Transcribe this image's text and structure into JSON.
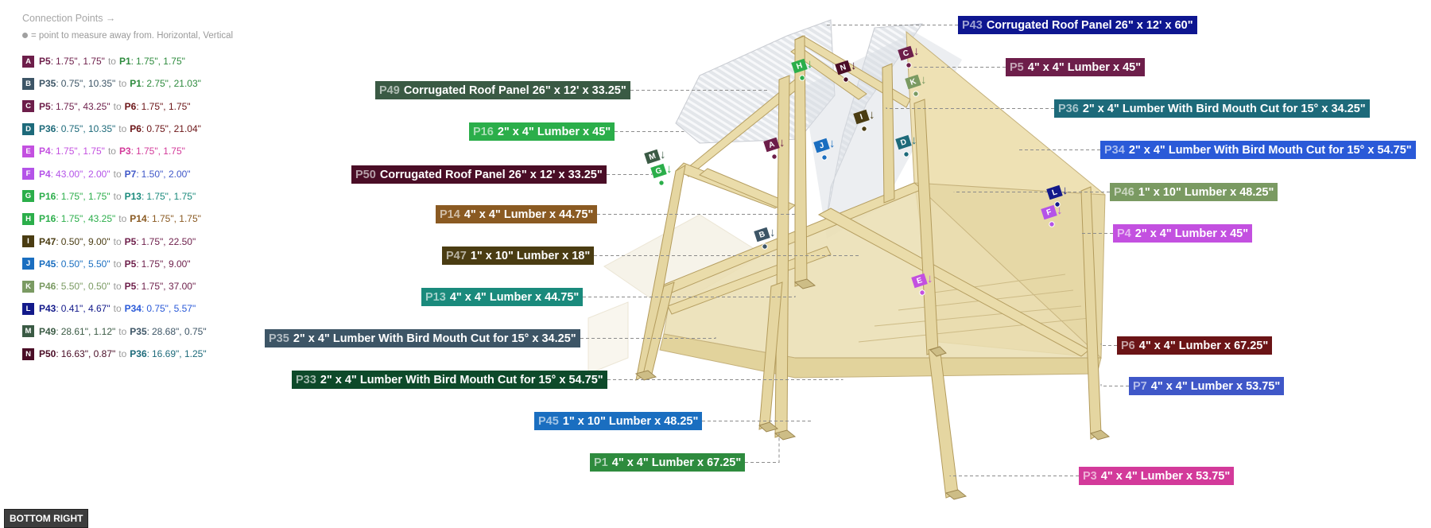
{
  "legend": {
    "title": "Connection Points →",
    "subtitle": "= point to measure away from. Horizontal, Vertical",
    "to_word": "to",
    "items": [
      {
        "key": "A",
        "color": "#6d1e4a",
        "from_part": "P5",
        "from_color": "#6d1e4a",
        "from_vals": "1.75\", 1.75\"",
        "to_part": "P1",
        "to_color": "#2e8b3e",
        "to_vals": "1.75\", 1.75\""
      },
      {
        "key": "B",
        "color": "#3d5566",
        "from_part": "P35",
        "from_color": "#3d5566",
        "from_vals": "0.75\", 10.35\"",
        "to_part": "P1",
        "to_color": "#2e8b3e",
        "to_vals": "2.75\", 21.03\""
      },
      {
        "key": "C",
        "color": "#6d1e4a",
        "from_part": "P5",
        "from_color": "#6d1e4a",
        "from_vals": "1.75\", 43.25\"",
        "to_part": "P6",
        "to_color": "#6b1416",
        "to_vals": "1.75\", 1.75\""
      },
      {
        "key": "D",
        "color": "#1d6a7a",
        "from_part": "P36",
        "from_color": "#1d6a7a",
        "from_vals": "0.75\", 10.35\"",
        "to_part": "P6",
        "to_color": "#6b1416",
        "to_vals": "0.75\", 21.04\""
      },
      {
        "key": "E",
        "color": "#c350e0",
        "from_part": "P4",
        "from_color": "#c350e0",
        "from_vals": "1.75\", 1.75\"",
        "to_part": "P3",
        "to_color": "#d33a9a",
        "to_vals": "1.75\", 1.75\""
      },
      {
        "key": "F",
        "color": "#b453e8",
        "from_part": "P4",
        "from_color": "#b453e8",
        "from_vals": "43.00\", 2.00\"",
        "to_part": "P7",
        "to_color": "#3f57c8",
        "to_vals": "1.50\", 2.00\""
      },
      {
        "key": "G",
        "color": "#2bae4a",
        "from_part": "P16",
        "from_color": "#2bae4a",
        "from_vals": "1.75\", 1.75\"",
        "to_part": "P13",
        "to_color": "#1a8a7c",
        "to_vals": "1.75\", 1.75\""
      },
      {
        "key": "H",
        "color": "#2bae4a",
        "from_part": "P16",
        "from_color": "#2bae4a",
        "from_vals": "1.75\", 43.25\"",
        "to_part": "P14",
        "to_color": "#8a5a22",
        "to_vals": "1.75\", 1.75\""
      },
      {
        "key": "I",
        "color": "#4a3c12",
        "from_part": "P47",
        "from_color": "#4a3c12",
        "from_vals": "0.50\", 9.00\"",
        "to_part": "P5",
        "to_color": "#6d1e4a",
        "to_vals": "1.75\", 22.50\""
      },
      {
        "key": "J",
        "color": "#1a6ec0",
        "from_part": "P45",
        "from_color": "#1a6ec0",
        "from_vals": "0.50\", 5.50\"",
        "to_part": "P5",
        "to_color": "#6d1e4a",
        "to_vals": "1.75\", 9.00\""
      },
      {
        "key": "K",
        "color": "#7a9a62",
        "from_part": "P46",
        "from_color": "#7a9a62",
        "from_vals": "5.50\", 0.50\"",
        "to_part": "P5",
        "to_color": "#6d1e4a",
        "to_vals": "1.75\", 37.00\""
      },
      {
        "key": "L",
        "color": "#12198a",
        "from_part": "P43",
        "from_color": "#12198a",
        "from_vals": "0.41\", 4.67\"",
        "to_part": "P34",
        "to_color": "#2a5ad8",
        "to_vals": "0.75\", 5.57\""
      },
      {
        "key": "M",
        "color": "#3a5a44",
        "from_part": "P49",
        "from_color": "#3a5a44",
        "from_vals": "28.61\", 1.12\"",
        "to_part": "P35",
        "to_color": "#3d5566",
        "to_vals": "28.68\", 0.75\""
      },
      {
        "key": "N",
        "color": "#4a0d26",
        "from_part": "P50",
        "from_color": "#4a0d26",
        "from_vals": "16.63\", 0.87\"",
        "to_part": "P36",
        "to_color": "#1d6a7a",
        "to_vals": "16.69\", 1.25\""
      }
    ]
  },
  "parts": [
    {
      "id": "P43",
      "desc": "Corrugated Roof Panel 26\" x 12' x 60\"",
      "color": "#0e1690"
    },
    {
      "id": "P5",
      "desc": "4\" x 4\" Lumber x 45\"",
      "color": "#6d1e4a"
    },
    {
      "id": "P49",
      "desc": "Corrugated Roof Panel 26\" x 12' x 33.25\"",
      "color": "#3a5a44"
    },
    {
      "id": "P36",
      "desc": "2\" x 4\" Lumber With Bird Mouth Cut for 15° x 34.25\"",
      "color": "#1d6a7a"
    },
    {
      "id": "P16",
      "desc": "2\" x 4\" Lumber  x 45\"",
      "color": "#2bae4a"
    },
    {
      "id": "P34",
      "desc": "2\" x 4\" Lumber With Bird Mouth Cut for 15° x 54.75\"",
      "color": "#2a5ad8"
    },
    {
      "id": "P50",
      "desc": "Corrugated Roof Panel 26\" x 12' x 33.25\"",
      "color": "#4a0d26"
    },
    {
      "id": "P46",
      "desc": "1\" x 10\" Lumber  x 48.25\"",
      "color": "#7a9a62"
    },
    {
      "id": "P14",
      "desc": "4\" x 4\" Lumber x 44.75\"",
      "color": "#8a5a22"
    },
    {
      "id": "P4",
      "desc": "2\" x 4\" Lumber  x 45\"",
      "color": "#c350e0"
    },
    {
      "id": "P47",
      "desc": "1\" x 10\" Lumber  x 18\"",
      "color": "#4a3c12"
    },
    {
      "id": "P13",
      "desc": "4\" x 4\" Lumber x 44.75\"",
      "color": "#1a8a7c"
    },
    {
      "id": "P35",
      "desc": "2\" x 4\" Lumber With Bird Mouth Cut for 15° x 34.25\"",
      "color": "#3d5566"
    },
    {
      "id": "P6",
      "desc": "4\" x 4\" Lumber x 67.25\"",
      "color": "#6b1416"
    },
    {
      "id": "P33",
      "desc": "2\" x 4\" Lumber With Bird Mouth Cut for 15° x 54.75\"",
      "color": "#0e4a2a"
    },
    {
      "id": "P7",
      "desc": "4\" x 4\" Lumber x 53.75\"",
      "color": "#3f57c8"
    },
    {
      "id": "P45",
      "desc": "1\" x 10\" Lumber  x 48.25\"",
      "color": "#1a6ec0"
    },
    {
      "id": "P1",
      "desc": "4\" x 4\" Lumber x 67.25\"",
      "color": "#2e8b3e"
    },
    {
      "id": "P3",
      "desc": "4\" x 4\" Lumber x 53.75\"",
      "color": "#d33a9a"
    }
  ],
  "view_button": "BOTTOM RIGHT"
}
